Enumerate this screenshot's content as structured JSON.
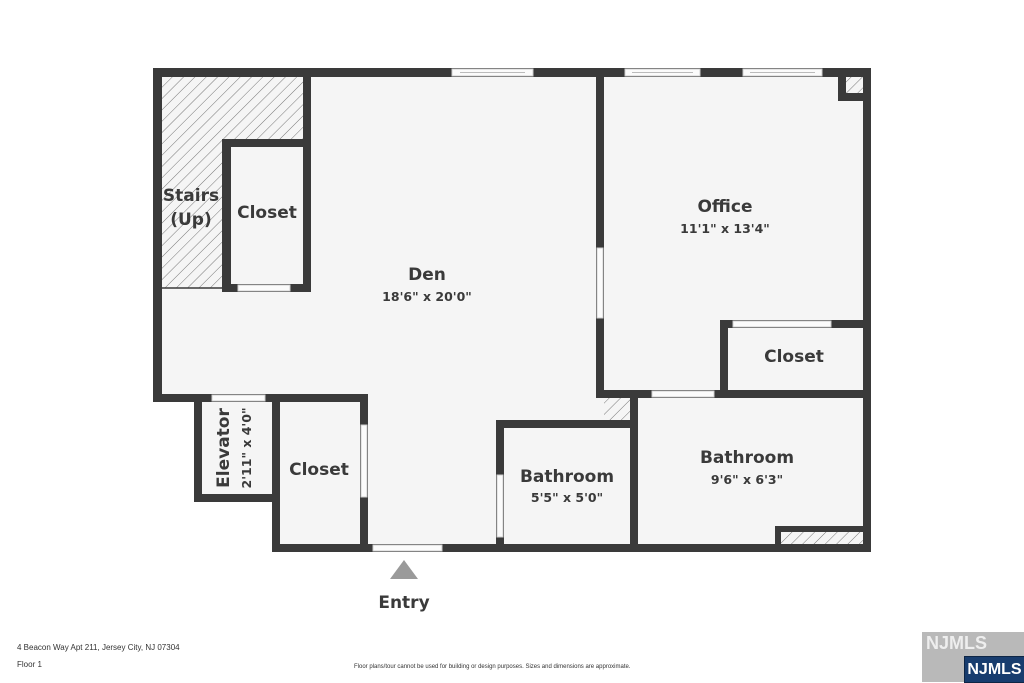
{
  "rooms": {
    "stairs": {
      "name_line1": "Stairs",
      "name_line2": "(Up)"
    },
    "closet_top": {
      "name": "Closet"
    },
    "den": {
      "name": "Den",
      "dimensions": "18'6\" x 20'0\""
    },
    "office": {
      "name": "Office",
      "dimensions": "11'1\" x 13'4\""
    },
    "office_closet": {
      "name": "Closet"
    },
    "elevator": {
      "name": "Elevator",
      "dimensions": "2'11\" x 4'0\""
    },
    "closet_bottom": {
      "name": "Closet"
    },
    "bathroom_small": {
      "name": "Bathroom",
      "dimensions": "5'5\" x 5'0\""
    },
    "bathroom_large": {
      "name": "Bathroom",
      "dimensions": "9'6\" x 6'3\""
    }
  },
  "entry": {
    "label": "Entry"
  },
  "footer": {
    "address": "4 Beacon Way Apt 211, Jersey City, NJ 07304",
    "floor": "Floor 1",
    "disclaimer": "Floor plans/tour cannot be used for building or design purposes. Sizes and dimensions are approximate."
  },
  "logo": {
    "back_text": "NJMLS",
    "front_text": "NJMLS",
    "color": "#173c6e"
  },
  "colors": {
    "wall": "#3a3a3a",
    "floor": "#f5f5f5"
  }
}
